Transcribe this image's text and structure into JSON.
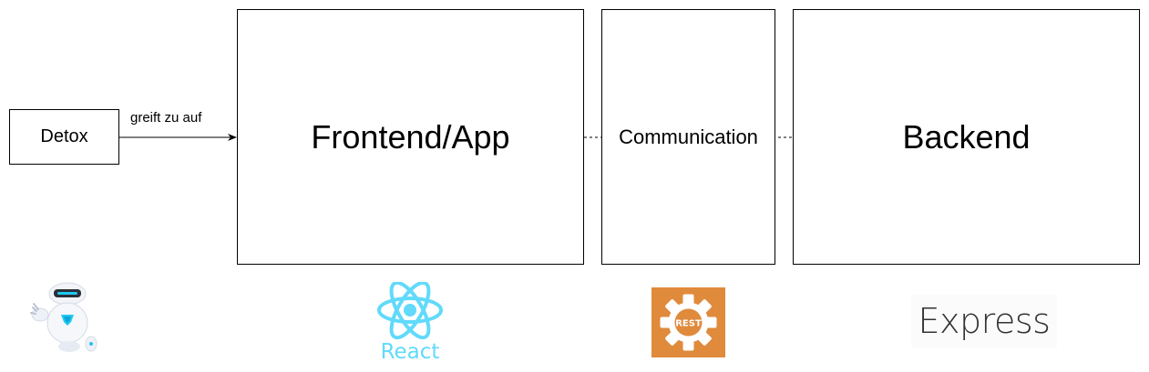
{
  "nodes": {
    "detox": "Detox",
    "frontend": "Frontend/App",
    "communication": "Communication",
    "backend": "Backend"
  },
  "edges": {
    "detox_to_frontend_label": "greift zu auf"
  },
  "logos": {
    "detox_icon": "detox-robot-icon",
    "react_icon": "react-atom-icon",
    "react_text": "React",
    "rest_icon": "rest-gear-icon",
    "rest_text": "REST",
    "express_text": "Express"
  },
  "colors": {
    "react": "#61dafb",
    "rest": "#e08a3c",
    "detox_accent": "#1ec8f0"
  }
}
